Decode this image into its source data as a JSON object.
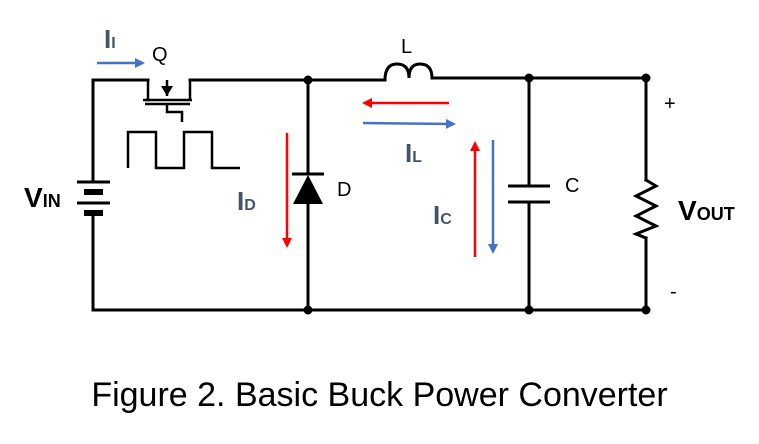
{
  "colors": {
    "wire": "#000000",
    "red": "#ff0000",
    "blue": "#4472c4",
    "currentLabel": "#44546a"
  },
  "labels": {
    "switch": "Q",
    "inductor": "L",
    "diode": "D",
    "capacitor": "C",
    "plus": "+",
    "minus": "-"
  },
  "sources": {
    "vin_main": "V",
    "vin_sub": "IN",
    "vout_main": "V",
    "vout_sub": "OUT"
  },
  "currents": {
    "ii_main": "I",
    "ii_sub": "I",
    "il_main": "I",
    "il_sub": "L",
    "id_main": "I",
    "id_sub": "D",
    "ic_main": "I",
    "ic_sub": "C"
  },
  "caption": "Figure 2. Basic Buck Power Converter"
}
